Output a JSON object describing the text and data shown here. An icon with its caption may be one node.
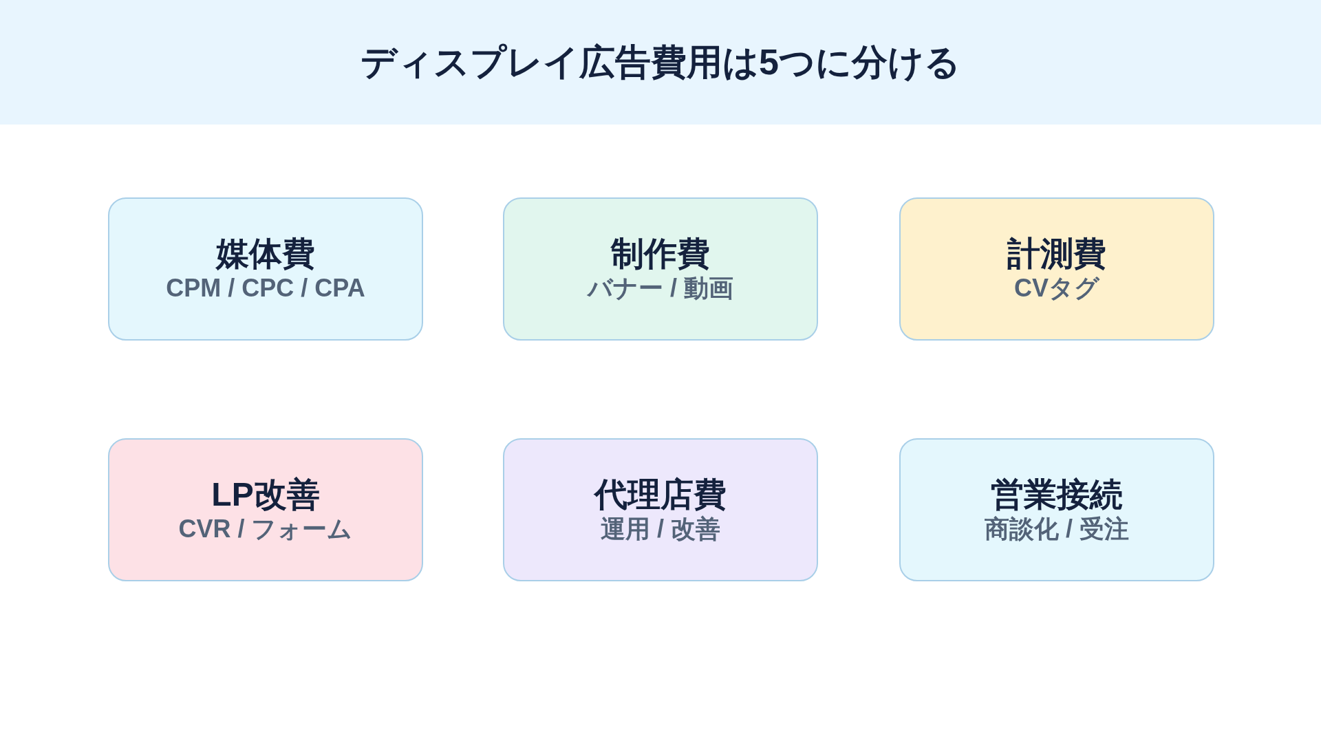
{
  "diagram": {
    "title": "ディスプレイ広告費用は5つに分ける",
    "nodes": [
      {
        "text": [
          "媒体費",
          "CPM / CPC / CPA"
        ]
      },
      {
        "text": [
          "制作費",
          "バナー / 動画"
        ]
      },
      {
        "text": [
          "計測費",
          "CVタグ"
        ]
      },
      {
        "text": [
          "LP改善",
          "CVR / フォーム"
        ]
      },
      {
        "text": [
          "代理店費",
          "運用 / 改善"
        ]
      },
      {
        "text": [
          "営業接続",
          "商談化 / 受注"
        ]
      }
    ]
  }
}
